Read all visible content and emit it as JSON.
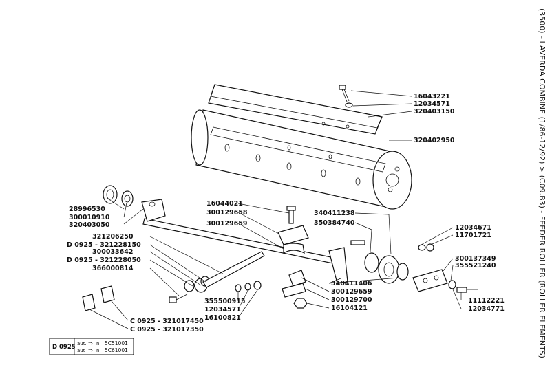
{
  "header": {
    "vertical_title": "(3500) - LAVERDA COMBINE (1/86-12/92) > (C09.B3) - FEEDER ROLLER (ROLLER ELEMENTS)"
  },
  "parts": {
    "p1": "16043221",
    "p2": "12034571",
    "p3": "320403150",
    "p4": "320402950",
    "p5": "28996530",
    "p6": "300010910",
    "p7": "320403050",
    "p8": "16044021",
    "p9": "300129658",
    "p10": "300129659",
    "p11": "340411238",
    "p12": "350384740",
    "p13": "12034671",
    "p14": "11701721",
    "p15": "300137349",
    "p16": "355521240",
    "p17": "321206250",
    "p18": "D 0925 - 321228150",
    "p19": "300033642",
    "p20": "D 0925 - 321228050",
    "p21": "366000814",
    "p22": "340411406",
    "p23": "300129659",
    "p24": "300129700",
    "p25": "16104121",
    "p26": "355500915",
    "p27": "12034571",
    "p28": "16100821",
    "p29": "11112221",
    "p30": "12034771",
    "p31": "C 0925 - 321017450",
    "p32": "C 0925 - 321017350"
  },
  "footnote": {
    "code": "D 0925",
    "line1_prefix": "aut.",
    "line1_arrow": "⇒",
    "line1_suffix": "n",
    "line1_value": "5C51001",
    "line2_prefix": "aut",
    "line2_arrow": "⇒",
    "line2_suffix": "n",
    "line2_value": "5C61001"
  }
}
